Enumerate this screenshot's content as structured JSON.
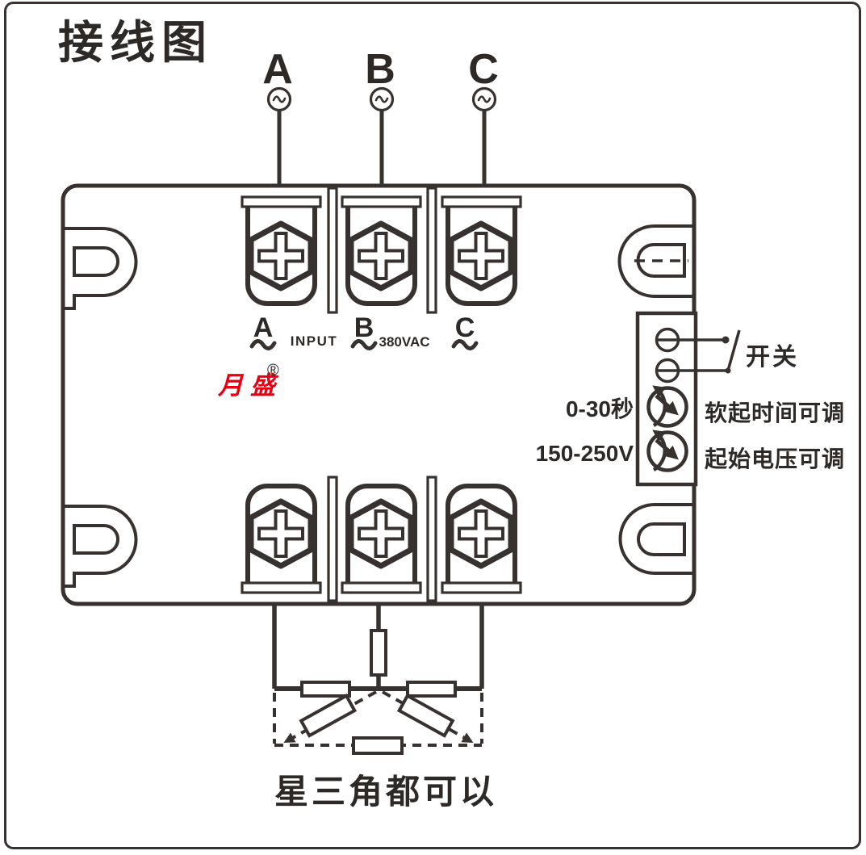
{
  "title": "接线图",
  "phases": {
    "a": "A",
    "b": "B",
    "c": "C"
  },
  "terminals": {
    "a": "A",
    "b": "B",
    "c": "C",
    "input": "INPUT",
    "voltage": "380VAC"
  },
  "brand": {
    "name": "月盛",
    "mark": "®"
  },
  "controls": {
    "switch_label": "开关",
    "time_range": "0-30秒",
    "time_desc": "软起时间可调",
    "volt_range": "150-250V",
    "volt_desc": "起始电压可调"
  },
  "footer": {
    "note": "星三角都可以"
  },
  "colors": {
    "line": "#37322f",
    "text": "#2d2926",
    "brand_red": "#e60012"
  }
}
